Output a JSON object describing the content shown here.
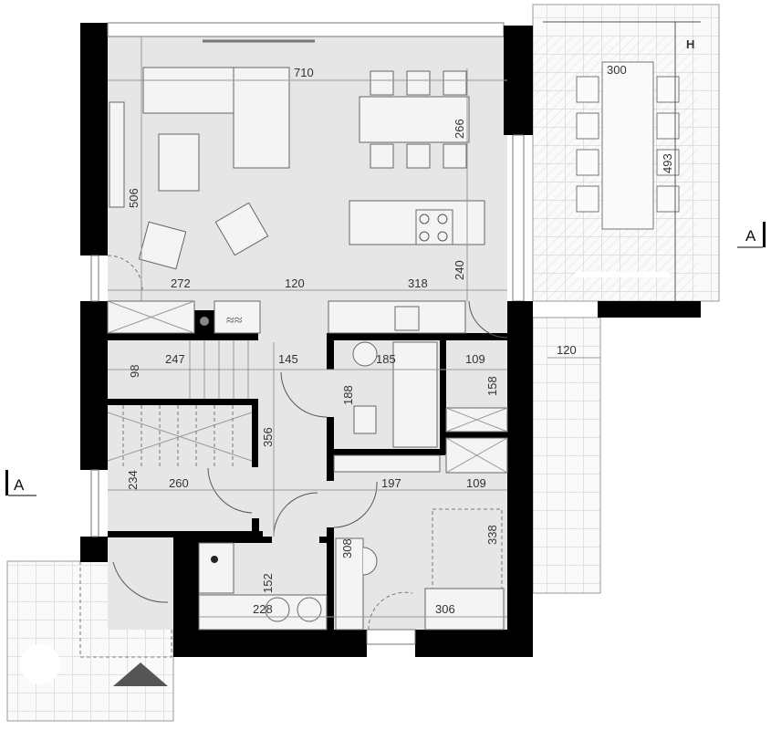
{
  "title": "Ground floor plan",
  "section_markers": {
    "left": "A",
    "right": "A",
    "north": "H"
  },
  "dimensions": {
    "living_width": "710",
    "dining_depth": "266",
    "living_depth": "506",
    "terrace_table_width": "300",
    "terrace_depth": "493",
    "span_left": "272",
    "span_mid": "120",
    "span_right": "318",
    "kitchen_depth": "240",
    "stairs_width": "247",
    "stairs_depth": "98",
    "hall_width": "145",
    "bath_width": "185",
    "wc_width": "109",
    "bath_depth": "188",
    "wc_depth": "158",
    "hall_depth": "356",
    "terrace_side_width": "120",
    "entry_depth": "234",
    "entry_width": "260",
    "corridor_width": "197",
    "closet_width": "109",
    "bedroom_depth": "338",
    "bedroom_inner": "308",
    "utility_depth": "152",
    "utility_width": "228",
    "bedroom_width": "306"
  }
}
